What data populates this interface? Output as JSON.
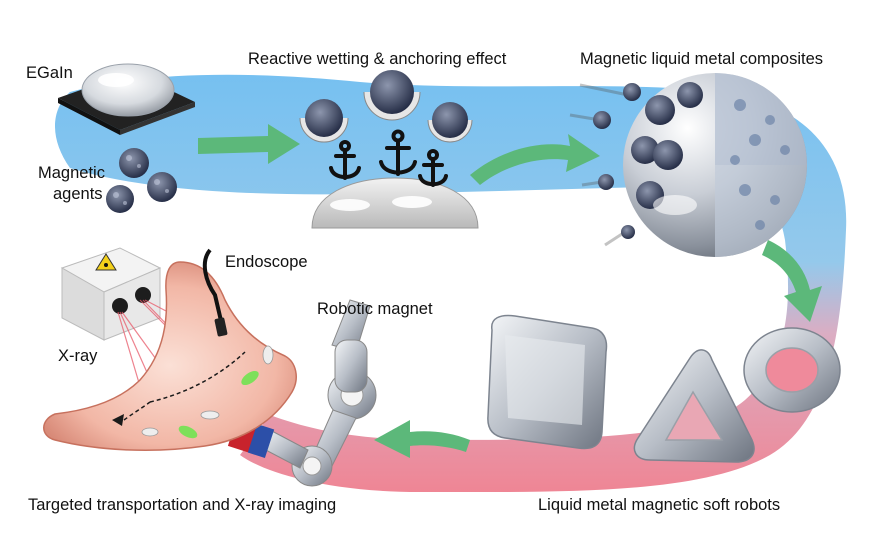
{
  "labels": {
    "egain": "EGaIn",
    "magnetic_agents_line1": "Magnetic",
    "magnetic_agents_line2": "agents",
    "reactive_wetting": "Reactive wetting & anchoring effect",
    "composites": "Magnetic liquid metal composites",
    "endoscope": "Endoscope",
    "robotic_magnet": "Robotic magnet",
    "xray": "X-ray",
    "targeted_transport": "Targeted transportation and X-ray imaging",
    "soft_robots": "Liquid metal magnetic soft robots"
  },
  "colors": {
    "flow_blue": "#7ec4ee",
    "flow_pink": "#f2899a",
    "arrow_green": "#5cb87a",
    "particle_dark": "#2b3550",
    "magnet_red": "#c8232c",
    "magnet_blue": "#2c4fa8",
    "stomach_pink": "#f0b0a0",
    "capsule_green": "#7ee05a"
  }
}
